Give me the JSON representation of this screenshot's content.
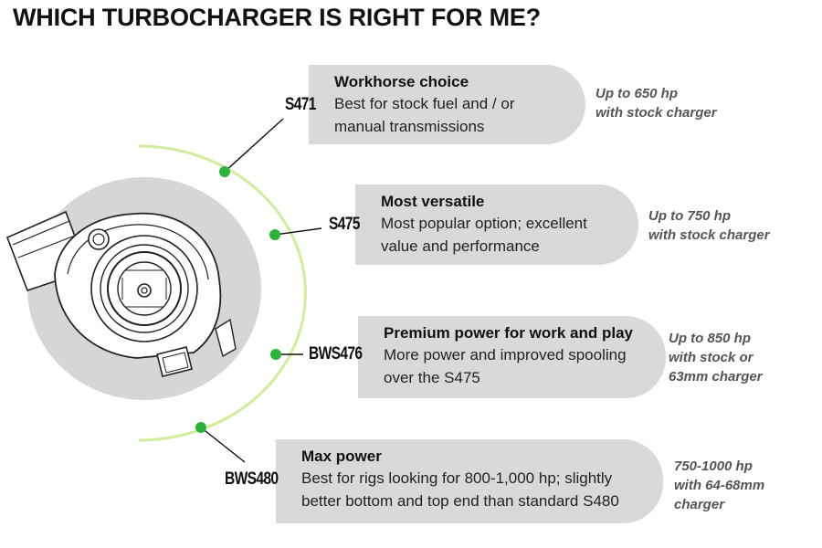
{
  "title": "WHICH TURBOCHARGER IS RIGHT FOR ME?",
  "colors": {
    "accent_green": "#2ab33a",
    "arc_green": "#cfee9a",
    "pill_gray": "#d9d9d9",
    "housing_gray": "#d6d6d6",
    "power_text": "#555555"
  },
  "illustration": {
    "name": "turbocharger-icon"
  },
  "options": [
    {
      "code": "S471",
      "heading": "Workhorse choice",
      "description": "Best for stock fuel and / or manual transmissions",
      "power_lines": [
        "Up to 650 hp",
        "with stock charger"
      ]
    },
    {
      "code": "S475",
      "heading": "Most versatile",
      "description": "Most popular option; excellent value and performance",
      "power_lines": [
        "Up to 750 hp",
        "with stock charger"
      ]
    },
    {
      "code": "BWS476",
      "heading": "Premium power for work and play",
      "description": "More power and improved spooling over the S475",
      "power_lines": [
        "Up to 850 hp",
        "with stock or",
        "63mm charger"
      ]
    },
    {
      "code": "BWS480",
      "heading": "Max power",
      "description": "Best for rigs looking for 800-1,000 hp; slightly better bottom and top end than standard S480",
      "power_lines": [
        "750-1000 hp",
        "with 64-68mm",
        "charger"
      ]
    }
  ]
}
